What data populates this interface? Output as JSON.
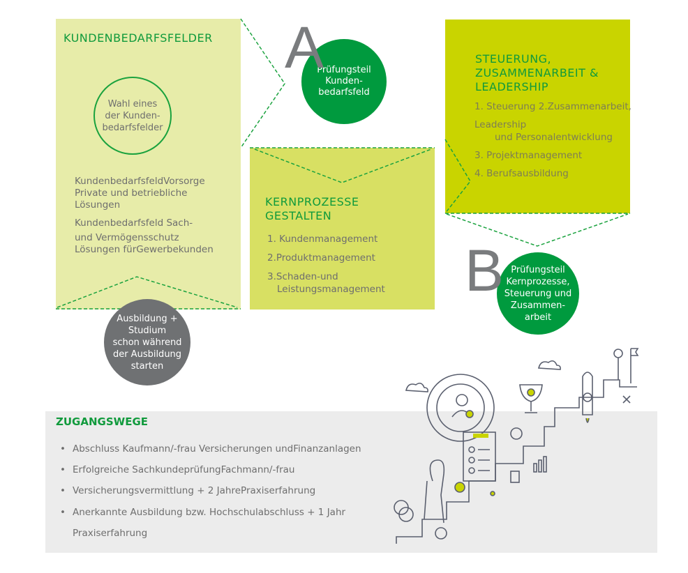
{
  "left_box": {
    "title": "KUNDENBEDARFSFELDER",
    "circle": [
      "Wahl eines",
      "der Kunden-",
      "bedarfsfelder"
    ],
    "lines": [
      "KundenbedarfsfeldVorsorge",
      "Private und betriebliche",
      "Lösungen",
      "Kundenbedarfsfeld Sach-",
      "und Vermögensschutz",
      "Lösungen fürGewerbekunden"
    ]
  },
  "middle_box": {
    "title": [
      "KERNPROZESSE",
      "GESTALTEN"
    ],
    "items": [
      "1. Kundenmanagement",
      "2.Produktmanagement",
      "3.Schaden-und",
      "Leistungsmanagement"
    ]
  },
  "right_box": {
    "title": [
      "STEUERUNG,",
      "ZUSAMMENARBEIT &",
      "LEADERSHIP"
    ],
    "items": [
      "1. Steuerung 2.Zusammenarbeit,",
      "Leadership",
      "und Personalentwicklung",
      "3. Projektmanagement",
      "4. Berufsausbildung"
    ]
  },
  "exam_a": {
    "letter": "A",
    "lines": [
      "Prüfungsteil",
      "Kunden-",
      "bedarfsfeld"
    ]
  },
  "exam_b": {
    "letter": "B",
    "lines": [
      "Prüfungsteil",
      "Kernprozesse,",
      "Steuerung und",
      "Zusammen-",
      "arbeit"
    ]
  },
  "study": {
    "lines": [
      "Ausbildung +",
      "Studium",
      "schon während",
      "der Ausbildung",
      "starten"
    ]
  },
  "access": {
    "title": "ZUGANGSWEGE",
    "items": [
      "Abschluss Kaufmann/-frau Versicherungen undFinanzanlagen",
      "Erfolgreiche SachkundeprüfungFachmann/-frau",
      "Versicherungsvermittlung + 2 JahrePraxiserfahrung",
      "Anerkannte Ausbildung bzw. Hochschulabschluss + 1 Jahr",
      "Praxiserfahrung"
    ]
  },
  "colors": {
    "green": "#009a3e",
    "lime": "#c9d400",
    "gray": "#6f7173"
  }
}
